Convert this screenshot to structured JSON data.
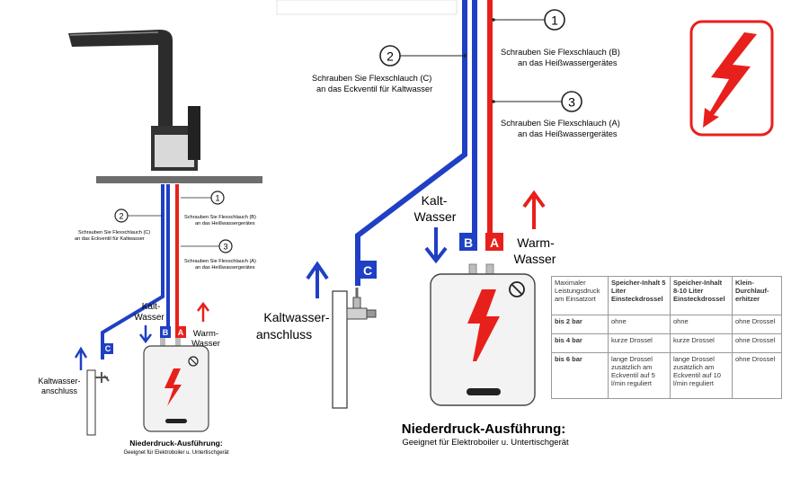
{
  "markers": {
    "n1": "1",
    "n2": "2",
    "n3": "3",
    "a": "A",
    "b": "B",
    "c": "C"
  },
  "labels": {
    "step1": [
      "Schrauben Sie Flexschlauch (B)",
      "an das Heißwassergerätes"
    ],
    "step2": [
      "Schrauben Sie Flexschlauch (C)",
      "an das Eckventil für Kaltwasser"
    ],
    "step3": [
      "Schrauben Sie Flexschlauch (A)",
      "an das Heißwassergerätes"
    ],
    "kalt": [
      "Kalt-",
      "Wasser"
    ],
    "warm": [
      "Warm-",
      "Wasser"
    ],
    "kaltanschluss": [
      "Kaltwasser-",
      "anschluss"
    ],
    "title": "Niederdruck-Ausführung:",
    "subtitle": "Geeignet für Elektroboiler u. Untertischgerät"
  },
  "table": {
    "headers": [
      "Maximaler Leistungsdruck am Einsatzort",
      "Speicher-Inhalt 5 Liter Einsteckdrossel",
      "Speicher-Inhalt 8-10 Liter Einsteckdrossel",
      "Klein-Durchlauf-erhitzer"
    ],
    "rows": [
      [
        "bis 2 bar",
        "ohne",
        "ohne",
        "ohne Drossel"
      ],
      [
        "bis 4 bar",
        "kurze Drossel",
        "kurze Drossel",
        "ohne Drossel"
      ],
      [
        "bis 6 bar",
        "lange Drossel zusätzlich am Eckventil auf 5 l/min reguliert",
        "lange Drossel zusätzlich am Eckventil auf 10 l/min reguliert",
        "ohne Drossel"
      ]
    ]
  },
  "colors": {
    "cold": "#1f3fc4",
    "hot": "#e8201c",
    "warning": "#e8201c"
  },
  "icons": [
    "high-voltage-icon",
    "faucet",
    "boiler",
    "angle-valve",
    "prohibition-icon"
  ]
}
